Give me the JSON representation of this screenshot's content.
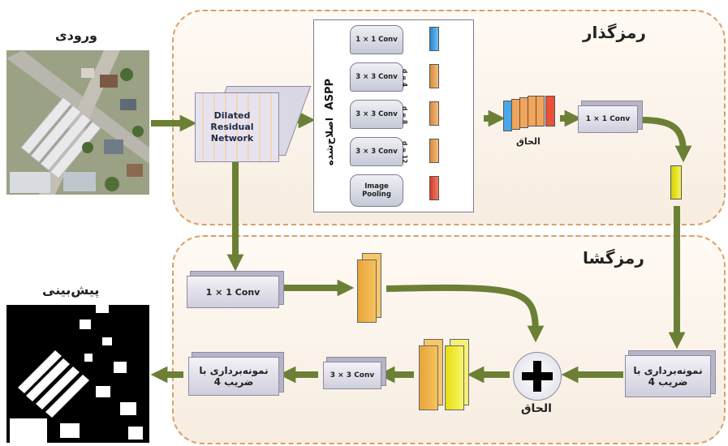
{
  "labels": {
    "input": "ورودی",
    "prediction": "پیش‌بینی",
    "encoder": "رمزگذار",
    "decoder": "رمزگشا",
    "concat_small": "الحاق",
    "concat_large": "الحاق"
  },
  "blocks": {
    "drn": "Dilated Residual Network",
    "aspp_title": "ASPP",
    "aspp_subtitle": "اصلاح‌شده",
    "aspp_branches": [
      "1 × 1 Conv",
      "3 × 3 Conv",
      "3 × 3 Conv",
      "3 × 3 Conv",
      "Image Pooling"
    ],
    "dilation_rates": [
      "d = 4",
      "d = 8",
      "d = 12"
    ],
    "encoder_conv": "1 × 1 Conv",
    "decoder_conv1": "1 × 1 Conv",
    "decoder_conv3": "3 × 3 Conv",
    "upsample_right": "نمونه‌برداری با ضریب 4",
    "upsample_left": "نمونه‌برداری با ضریب 4"
  },
  "colors": {
    "arrow": "#6b8035",
    "region_border": "#d9a06a",
    "feature_blue": "#4aa8e8",
    "feature_orange": "#f2a45a",
    "feature_red": "#e8513a",
    "feature_yellow": "#f0ea1a"
  }
}
